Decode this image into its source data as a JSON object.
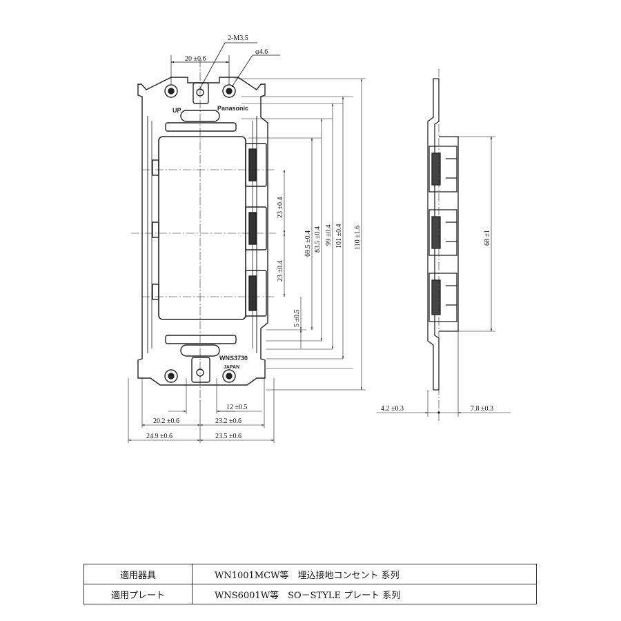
{
  "front_view": {
    "callouts": {
      "screw_label": "2-M3.5",
      "hole_label": "φ4.6"
    },
    "dims_top": {
      "screw_spacing": "20 ±0.6"
    },
    "dims_vertical": {
      "pitch_upper": "23 ±0.4",
      "pitch_lower": "23 ±0.4",
      "offset": "5 ±0.5",
      "d_69_5": "69.5 ±0.4",
      "d_83_5": "83.5 ±0.4",
      "d_99": "99 ±0.4",
      "d_101": "101 ±0.4",
      "d_110": "110 ±1.6"
    },
    "dims_bottom": {
      "d_12": "12 ±0.5",
      "d_20_2": "20.2 ±0.6",
      "d_23_2": "23.2 ±0.6",
      "d_24_9": "24.9 ±0.6",
      "d_23_5": "23.5 ±0.6"
    },
    "markings": {
      "brand": "Panasonic",
      "up_label": "UP",
      "model": "WNS3730",
      "origin": "JAPAN"
    }
  },
  "side_view": {
    "height_dim": "68 ±1",
    "left_dim": "4.2 ±0.3",
    "right_dim": "7.8 ±0.3"
  },
  "spec_table": {
    "rows": [
      {
        "key": "適用器具",
        "value": "WN1001MCW等　埋込接地コンセント 系列"
      },
      {
        "key": "適用プレート",
        "value": "WNS6001W等　SO－STYLE プレート 系列"
      }
    ]
  }
}
